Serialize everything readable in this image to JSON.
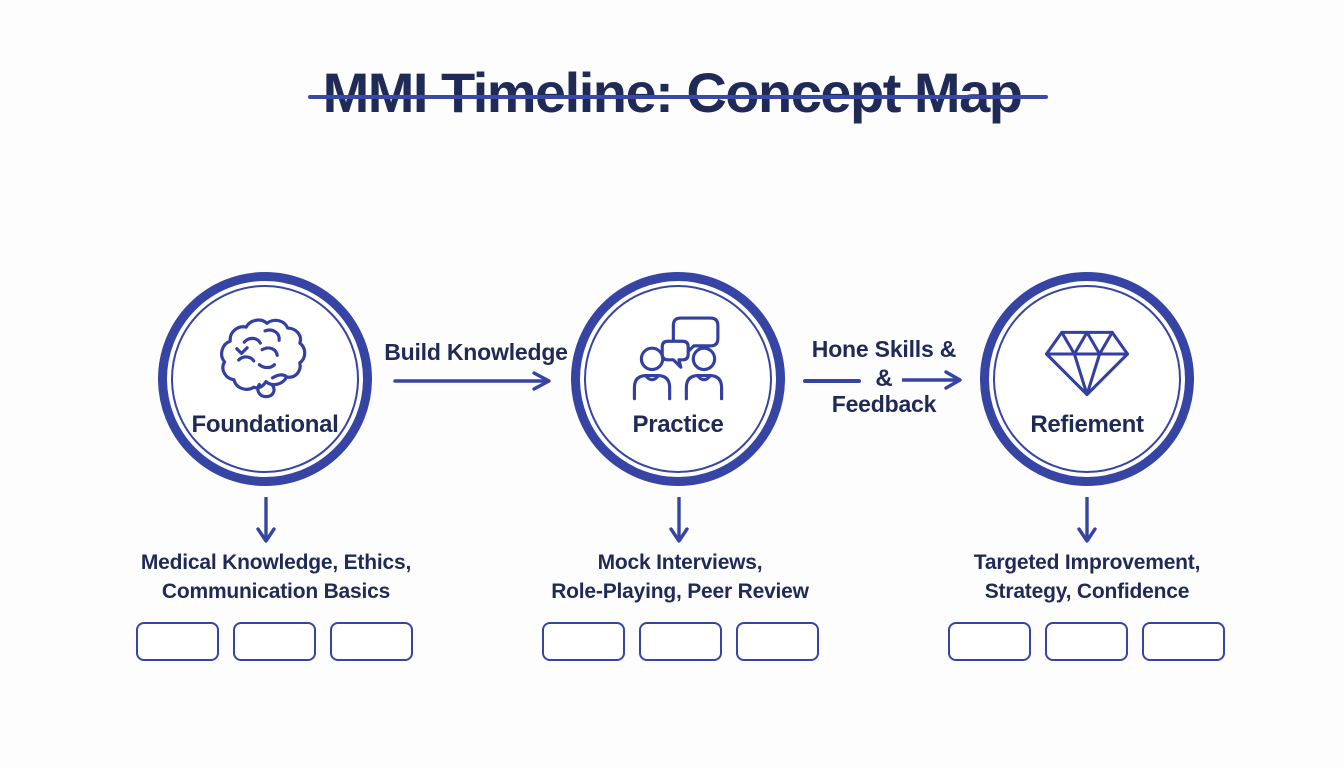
{
  "title": "MMI Timeline: Concept Map",
  "colors": {
    "royal_blue": "#3644a4",
    "navy_text": "#1f2a57",
    "background": "#fdfdfe"
  },
  "stages": [
    {
      "label": "Foundational",
      "icon": "brain-icon",
      "description_line1": "Medical Knowledge, Ethics,",
      "description_line2": "Communication Basics",
      "placeholder_boxes": 3
    },
    {
      "label": "Practice",
      "icon": "conversation-icon",
      "description_line1": "Mock Interviews,",
      "description_line2": "Role-Playing, Peer Review",
      "placeholder_boxes": 3
    },
    {
      "label": "Refiement",
      "icon": "diamond-icon",
      "description_line1": "Targeted Improvement,",
      "description_line2": "Strategy, Confidence",
      "placeholder_boxes": 3
    }
  ],
  "connectors": [
    {
      "label": "Build Knowledge"
    },
    {
      "line1": "Hone Skills &",
      "line2": "&",
      "line3": "Feedback"
    }
  ]
}
